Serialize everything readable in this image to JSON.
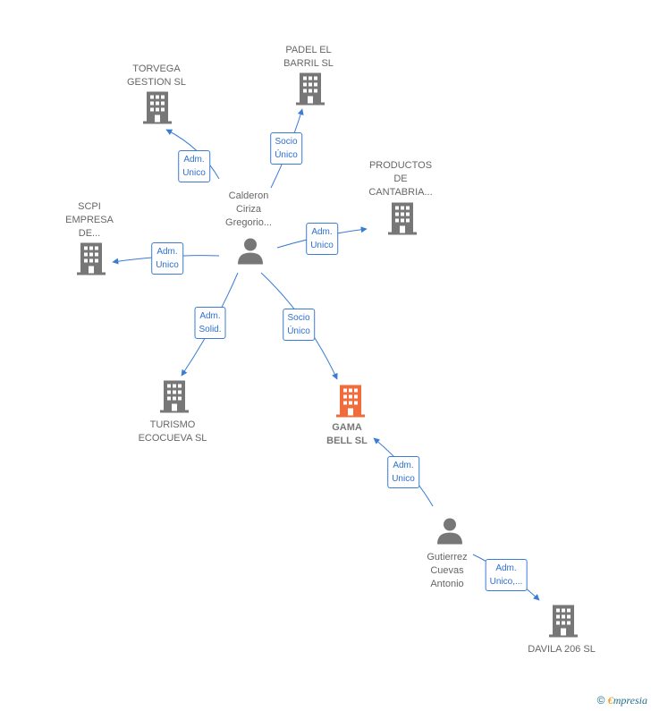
{
  "colors": {
    "company": "#777777",
    "focus": "#f26b3a",
    "person": "#777777",
    "edge": "#3a7bd5"
  },
  "nodes": {
    "calderon": {
      "type": "person",
      "lines": [
        "Calderon",
        "Ciriza",
        "Gregorio..."
      ]
    },
    "gutierrez": {
      "type": "person",
      "lines": [
        "Gutierrez",
        "Cuevas",
        "Antonio"
      ]
    },
    "torvega": {
      "type": "company",
      "lines": [
        "TORVEGA",
        "GESTION SL"
      ]
    },
    "padel": {
      "type": "company",
      "lines": [
        "PADEL EL",
        "BARRIL SL"
      ]
    },
    "productos": {
      "type": "company",
      "lines": [
        "PRODUCTOS",
        "DE",
        "CANTABRIA..."
      ]
    },
    "scpi": {
      "type": "company",
      "lines": [
        "SCPI",
        "EMPRESA",
        "DE..."
      ]
    },
    "turismo": {
      "type": "company",
      "lines": [
        "TURISMO",
        "ECOCUEVA  SL"
      ]
    },
    "gama": {
      "type": "focus",
      "lines": [
        "GAMA",
        "BELL  SL"
      ]
    },
    "davila": {
      "type": "company",
      "lines": [
        "DAVILA 206 SL"
      ]
    }
  },
  "edges": {
    "e_torvega": {
      "from": "calderon",
      "to": "torvega",
      "lines": [
        "Adm.",
        "Unico"
      ]
    },
    "e_padel": {
      "from": "calderon",
      "to": "padel",
      "lines": [
        "Socio",
        "Único"
      ]
    },
    "e_productos": {
      "from": "calderon",
      "to": "productos",
      "lines": [
        "Adm.",
        "Unico"
      ]
    },
    "e_scpi": {
      "from": "calderon",
      "to": "scpi",
      "lines": [
        "Adm.",
        "Unico"
      ]
    },
    "e_turismo": {
      "from": "calderon",
      "to": "turismo",
      "lines": [
        "Adm.",
        "Solid."
      ]
    },
    "e_gama1": {
      "from": "calderon",
      "to": "gama",
      "lines": [
        "Socio",
        "Único"
      ]
    },
    "e_gama2": {
      "from": "gutierrez",
      "to": "gama",
      "lines": [
        "Adm.",
        "Unico"
      ]
    },
    "e_davila": {
      "from": "gutierrez",
      "to": "davila",
      "lines": [
        "Adm.",
        "Unico,..."
      ]
    }
  },
  "footer": {
    "copyright": "©",
    "brand_e": "€",
    "brand_rest": "mpresia"
  }
}
